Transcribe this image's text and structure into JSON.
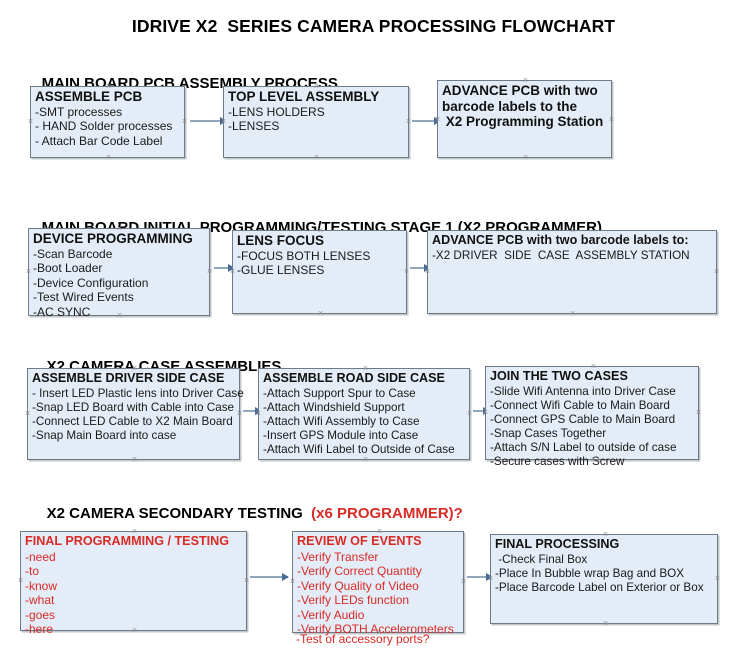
{
  "document": {
    "title": "IDRIVE X2  SERIES CAMERA PROCESSING FLOWCHART"
  },
  "sections": [
    {
      "heading": "MAIN BOARD PCB ASSEMBLY PROCESS",
      "heading_accent": ""
    },
    {
      "heading": "MAIN BOARD INITIAL PROGRAMMING/TESTING STAGE 1 (X2 PROGRAMMER)",
      "heading_accent": ""
    },
    {
      "heading": "X2 CAMERA CASE ASSEMBLIES",
      "heading_accent": ""
    },
    {
      "heading": "X2 CAMERA SECONDARY TESTING  ",
      "heading_accent": "(x6 PROGRAMMER)?"
    }
  ],
  "nodes": {
    "assemble_pcb": {
      "title": "ASSEMBLE PCB",
      "lines": [
        "-SMT processes",
        "- HAND Solder processes",
        "- Attach Bar Code Label"
      ]
    },
    "top_level_assembly": {
      "title": "TOP LEVEL ASSEMBLY",
      "lines": [
        "-LENS HOLDERS",
        "-LENSES"
      ]
    },
    "advance_pcb_station": {
      "title": "ADVANCE PCB with two\nbarcode labels to the\n X2 Programming Station",
      "lines": []
    },
    "device_programming": {
      "title": "DEVICE PROGRAMMING",
      "lines": [
        "-Scan Barcode",
        "-Boot Loader",
        "-Device Configuration",
        "-Test Wired Events",
        "-AC SYNC"
      ]
    },
    "lens_focus": {
      "title": "LENS FOCUS",
      "lines": [
        "-FOCUS BOTH LENSES",
        "-GLUE LENSES"
      ]
    },
    "advance_pcb_driver": {
      "title": "ADVANCE PCB with two barcode labels to:",
      "lines": [
        "-X2 DRIVER  SIDE  CASE  ASSEMBLY STATION"
      ]
    },
    "assemble_driver_side": {
      "title": "ASSEMBLE DRIVER SIDE CASE",
      "lines": [
        "- Insert LED Plastic lens into Driver Case",
        "-Snap LED Board with Cable into Case",
        "-Connect LED Cable to X2 Main Board",
        "-Snap Main Board into case"
      ]
    },
    "assemble_road_side": {
      "title": "ASSEMBLE ROAD SIDE CASE",
      "lines": [
        "-Attach Support Spur to Case",
        "-Attach Windshield Support",
        "-Attach Wifi Assembly to Case",
        "-Insert GPS Module into Case",
        "-Attach Wifi Label to Outside of Case"
      ]
    },
    "join_two_cases": {
      "title": "JOIN THE TWO CASES",
      "lines": [
        "-Slide Wifi Antenna into Driver Case",
        "-Connect Wifi Cable to Main Board",
        "-Connect GPS Cable to Main Board",
        "-Snap Cases Together",
        "-Attach S/N Label to outside of case",
        "-Secure cases with Screw"
      ]
    },
    "final_programming": {
      "title": "FINAL PROGRAMMING / TESTING",
      "lines": [
        "-need",
        "-to",
        "-know",
        "-what",
        "-goes",
        "-here"
      ]
    },
    "review_of_events": {
      "title": "REVIEW OF EVENTS",
      "lines": [
        "-Verify Transfer",
        "-Verify Correct Quantity",
        "-Verify Quality of Video",
        "-Verify LEDs function",
        "-Verify Audio",
        "-Verify BOTH Accelerometers"
      ],
      "overflow_line": "-Test of accessory ports?"
    },
    "final_processing": {
      "title": "FINAL PROCESSING",
      "lines": [
        " -Check Final Box",
        "-Place In Bubble wrap Bag and BOX",
        "-Place Barcode Label on Exterior or Box"
      ]
    }
  },
  "colors": {
    "node_fill": "#e4ecf7",
    "node_border": "#6d7a88",
    "connector": "#8fa6bd",
    "arrowhead": "#4a6b95",
    "accent_red": "#d92b26",
    "text": "#111111"
  }
}
